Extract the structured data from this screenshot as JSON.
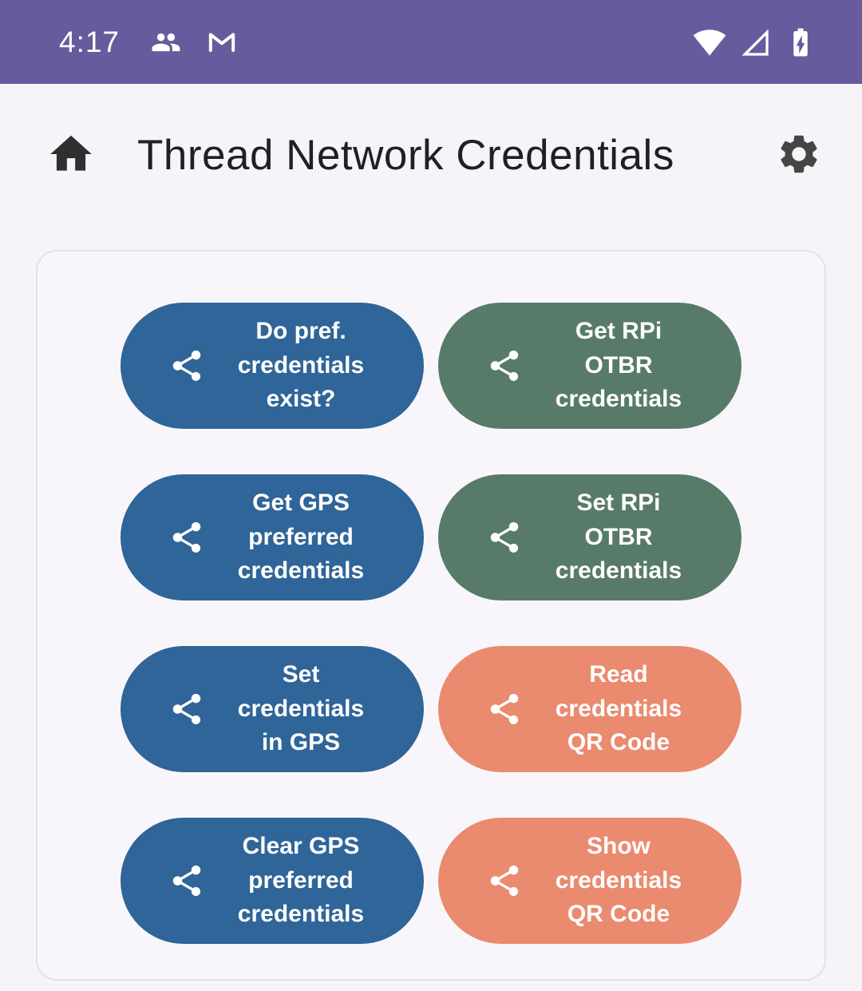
{
  "status_bar": {
    "time": "4:17",
    "left_icons": [
      "people-icon",
      "gmail-icon"
    ],
    "right_icons": [
      "wifi-icon",
      "signal-icon",
      "battery-charging-icon"
    ]
  },
  "app_bar": {
    "title": "Thread Network Credentials",
    "left_icon": "home-icon",
    "right_icon": "settings-gear-icon"
  },
  "colors": {
    "status_bar_bg": "#675A9D",
    "page_bg": "#F7F4F9",
    "card_bg": "#F8F6FA",
    "card_border": "#E3E0E6",
    "blue": "#2F6598",
    "green": "#577A69",
    "salmon": "#EA8A6E",
    "button_text": "#FFFFFF"
  },
  "buttons": [
    {
      "label": "Do pref.\ncredentials\nexist?",
      "color": "blue"
    },
    {
      "label": "Get RPi\nOTBR\ncredentials",
      "color": "green"
    },
    {
      "label": "Get GPS\npreferred\ncredentials",
      "color": "blue"
    },
    {
      "label": "Set RPi\nOTBR\ncredentials",
      "color": "green"
    },
    {
      "label": "Set\ncredentials\nin GPS",
      "color": "blue"
    },
    {
      "label": "Read\ncredentials\nQR Code",
      "color": "salmon"
    },
    {
      "label": "Clear GPS\npreferred\ncredentials",
      "color": "blue"
    },
    {
      "label": "Show\ncredentials\nQR Code",
      "color": "salmon"
    }
  ]
}
